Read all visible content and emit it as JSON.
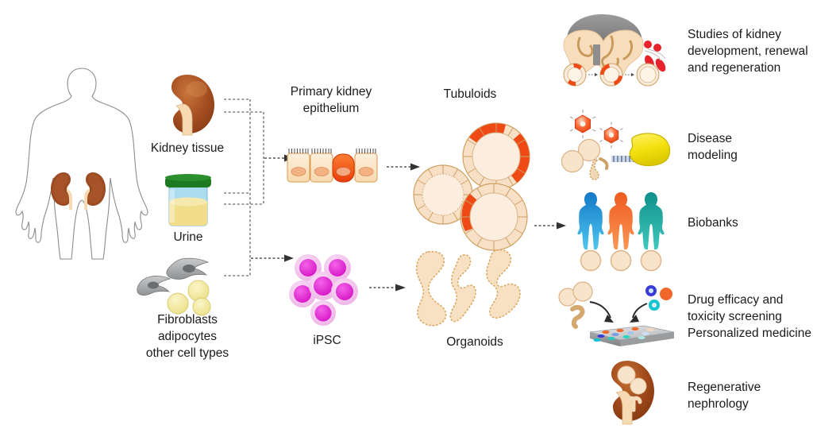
{
  "figure": {
    "type": "scientific-schematic",
    "title": "Kidney organoid and tubuloid workflow",
    "background": "#ffffff"
  },
  "sources": {
    "body_label": "",
    "items": [
      {
        "id": "kidney-tissue",
        "label": "Kidney tissue",
        "icon": "kidney-icon"
      },
      {
        "id": "urine",
        "label": "Urine",
        "icon": "urine-cup-icon"
      },
      {
        "id": "fibroblasts",
        "label": "Fibroblasts\nadipocytes\nother cell types",
        "icon": "fibroblast-adipocyte-icon"
      }
    ]
  },
  "stages": [
    {
      "id": "primary-epithelium",
      "label": "Primary kidney\nepithelium",
      "icon": "epithelial-cells-icon"
    },
    {
      "id": "tubuloids",
      "label": "Tubuloids",
      "icon": "tubuloid-rings-icon"
    },
    {
      "id": "ipsc",
      "label": "iPSC",
      "icon": "ipsc-cluster-icon"
    },
    {
      "id": "organoids",
      "label": "Organoids",
      "icon": "organoid-tubules-icon"
    }
  ],
  "applications": [
    {
      "id": "development",
      "label": "Studies of kidney\ndevelopment, renewal\nand regeneration",
      "icon": "embryonic-kidney-icon"
    },
    {
      "id": "disease",
      "label": "Disease\nmodeling",
      "icon": "disease-modeling-icon"
    },
    {
      "id": "biobanks",
      "label": "Biobanks",
      "icon": "biobank-people-icon"
    },
    {
      "id": "drug",
      "label": "Drug efficacy and\ntoxicity screening\nPersonalized medicine",
      "icon": "screening-plate-icon"
    },
    {
      "id": "regenerative",
      "label": "Regenerative\nnephrology",
      "icon": "regenerative-kidney-icon"
    }
  ],
  "colors": {
    "kidney_brown": "#9c4a21",
    "kidney_brown_light": "#c0703c",
    "pelvis_cream": "#f7d9b2",
    "tubule_cream": "#f9e2c8",
    "tubule_outline": "#d4a461",
    "highlight_orange": "#ef4a16",
    "ipsc_magenta": "#e832d6",
    "ipsc_halo": "#f2aee9",
    "urine_yellow": "#f2de8a",
    "urine_lid_green": "#1d7a22",
    "urine_glass": "#a9dcef",
    "person_blue": "#1ba3dd",
    "person_orange": "#f1622a",
    "person_teal": "#0f9c93",
    "protein_yellow": "#f2e213",
    "plate_grey": "#b6b8ba",
    "arrow_grey": "#555555",
    "outline_grey": "#8c8c8c",
    "text": "#1b1b1b"
  },
  "connectors": {
    "bracket_top_label": "",
    "arrows": [
      {
        "id": "arrow-sources-to-epithelium",
        "style": "dashed"
      },
      {
        "id": "arrow-epithelium-to-tubuloids",
        "style": "dashed"
      },
      {
        "id": "arrow-sources-to-ipsc",
        "style": "dashed"
      },
      {
        "id": "arrow-ipsc-to-organoids",
        "style": "dashed"
      },
      {
        "id": "arrow-models-to-applications",
        "style": "dashed"
      }
    ]
  }
}
